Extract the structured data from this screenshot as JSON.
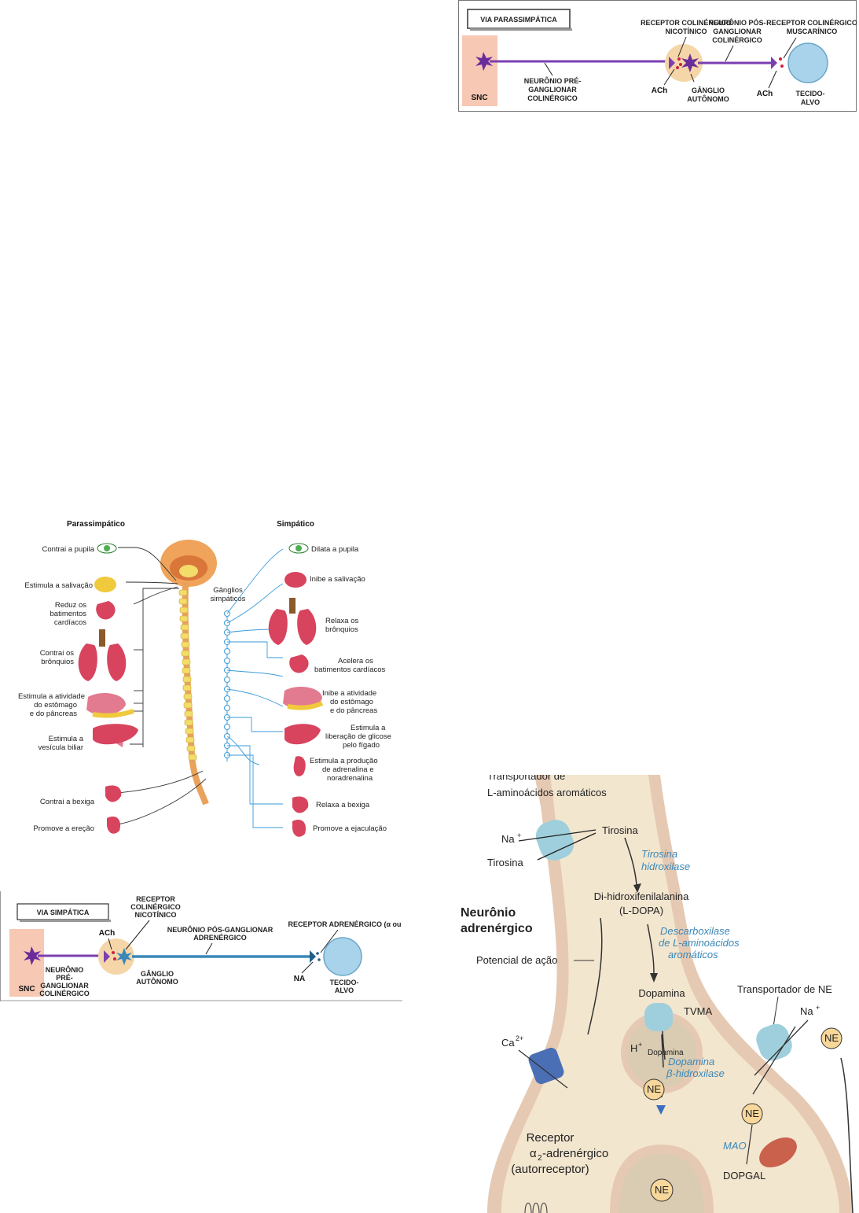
{
  "para_path": {
    "title": "VIA PARASSIMPÁTICA",
    "snc": "SNC",
    "pre_neuron": [
      "NEURÔNIO PRÉ-",
      "GANGLIONAR",
      "COLINÉRGICO"
    ],
    "nicotinic": [
      "RECEPTOR COLINÉRGICO",
      "NICOTÍNICO"
    ],
    "post_neuron": [
      "NEURÔNIO PÓS-",
      "GANGLIONAR",
      "COLINÉRGICO"
    ],
    "muscarinic": [
      "RECEPTOR COLINÉRGICO",
      "MUSCARÍNICO"
    ],
    "ach1": "ACh",
    "ganglion": [
      "GÂNGLIO",
      "AUTÔNOMO"
    ],
    "ach2": "ACh",
    "tissue": [
      "TECIDO-",
      "ALVO"
    ],
    "colors": {
      "neuron": "#7b3fb0",
      "tissue": "#a9d3ea",
      "snc": "#f7c8b3"
    }
  },
  "ans": {
    "header_left": "Parassimpático",
    "header_right": "Simpático",
    "ganglia_label": [
      "Gânglios",
      "simpáticos"
    ],
    "left": [
      [
        "Contrai a pupila"
      ],
      [
        "Estimula a salivação"
      ],
      [
        "Reduz os",
        "batimentos",
        "cardíacos"
      ],
      [
        "Contrai os",
        "brônquios"
      ],
      [
        "Estimula a atividade",
        "do estômago",
        "e do pâncreas"
      ],
      [
        "Estimula a",
        "vesícula biliar"
      ],
      [
        "Contrai a bexiga"
      ],
      [
        "Promove a ereção"
      ]
    ],
    "right": [
      [
        "Dilata a pupila"
      ],
      [
        "Inibe a salivação"
      ],
      [
        "Relaxa os",
        "brônquios"
      ],
      [
        "Acelera os",
        "batimentos cardíacos"
      ],
      [
        "Inibe a atividade",
        "do estômago",
        "e do pâncreas"
      ],
      [
        "Estimula a",
        "liberação de glicose",
        "pelo fígado"
      ],
      [
        "Estimula a produção",
        "de adrenalina e",
        "noradrenalina"
      ],
      [
        "Relaxa a bexiga"
      ],
      [
        "Promove a ejaculação"
      ]
    ],
    "colors": {
      "para": "#333333",
      "simp": "#3a9ad9",
      "spine": "#e8a25c",
      "vertebra": "#f3dc6a",
      "organ": "#d8435e"
    }
  },
  "simp_path": {
    "title": "VIA SIMPÁTICA",
    "snc": "SNC",
    "nicotinic": [
      "RECEPTOR",
      "COLINÉRGICO",
      "NICOTÍNICO"
    ],
    "ach": "ACh",
    "post_neuron": [
      "NEURÔNIO PÓS-GANGLIONAR",
      "ADRENÉRGICO"
    ],
    "adrenergic": "RECEPTOR ADRENÉRGICO (α ou β)",
    "pre_neuron": [
      "NEURÔNIO",
      "PRÉ-",
      "GANGLIONAR",
      "COLINÉRGICO"
    ],
    "ganglion": [
      "GÂNGLIO",
      "AUTÔNOMO"
    ],
    "na": "NA",
    "tissue": [
      "TECIDO-",
      "ALVO"
    ],
    "colors": {
      "pre": "#7b3fb0",
      "post": "#3a87b8"
    }
  },
  "adrenergic": {
    "transporter": [
      "Transportador de",
      "L-aminoácidos aromáticos"
    ],
    "na_plus": "Na",
    "tirosina_in": "Tirosina",
    "tirosina_out": "Tirosina",
    "enzyme1": [
      "Tirosina",
      "hidroxilase"
    ],
    "ldopa": [
      "Di-hidroxifenilalanina",
      "(L-DOPA)"
    ],
    "enzyme2": [
      "Descarboxilase",
      "de L-aminoácidos",
      "aromáticos"
    ],
    "neuron_title": [
      "Neurônio",
      "adrenérgico"
    ],
    "action_potential": "Potencial de ação",
    "dopamine": "Dopamina",
    "tvma": "TVMA",
    "ne_transporter": "Transportador de NE",
    "na_plus2": "Na",
    "ca": "Ca",
    "h_plus": "H",
    "dopamine_small": "Dopamina",
    "enzyme3": [
      "Dopamina",
      "β-hidroxilase"
    ],
    "ne": "NE",
    "mao": "MAO",
    "dopgal": "DOPGAL",
    "receptor": [
      "Receptor",
      "α",
      "-adrenérgico",
      "(autorreceptor)"
    ],
    "colors": {
      "cell": "#f3e6cf",
      "membrane": "#e6c9b3",
      "channel": "#9fcfdc",
      "ca_channel": "#4a6fb5",
      "ne": "#f7d79a",
      "mito": "#c9614d"
    }
  }
}
